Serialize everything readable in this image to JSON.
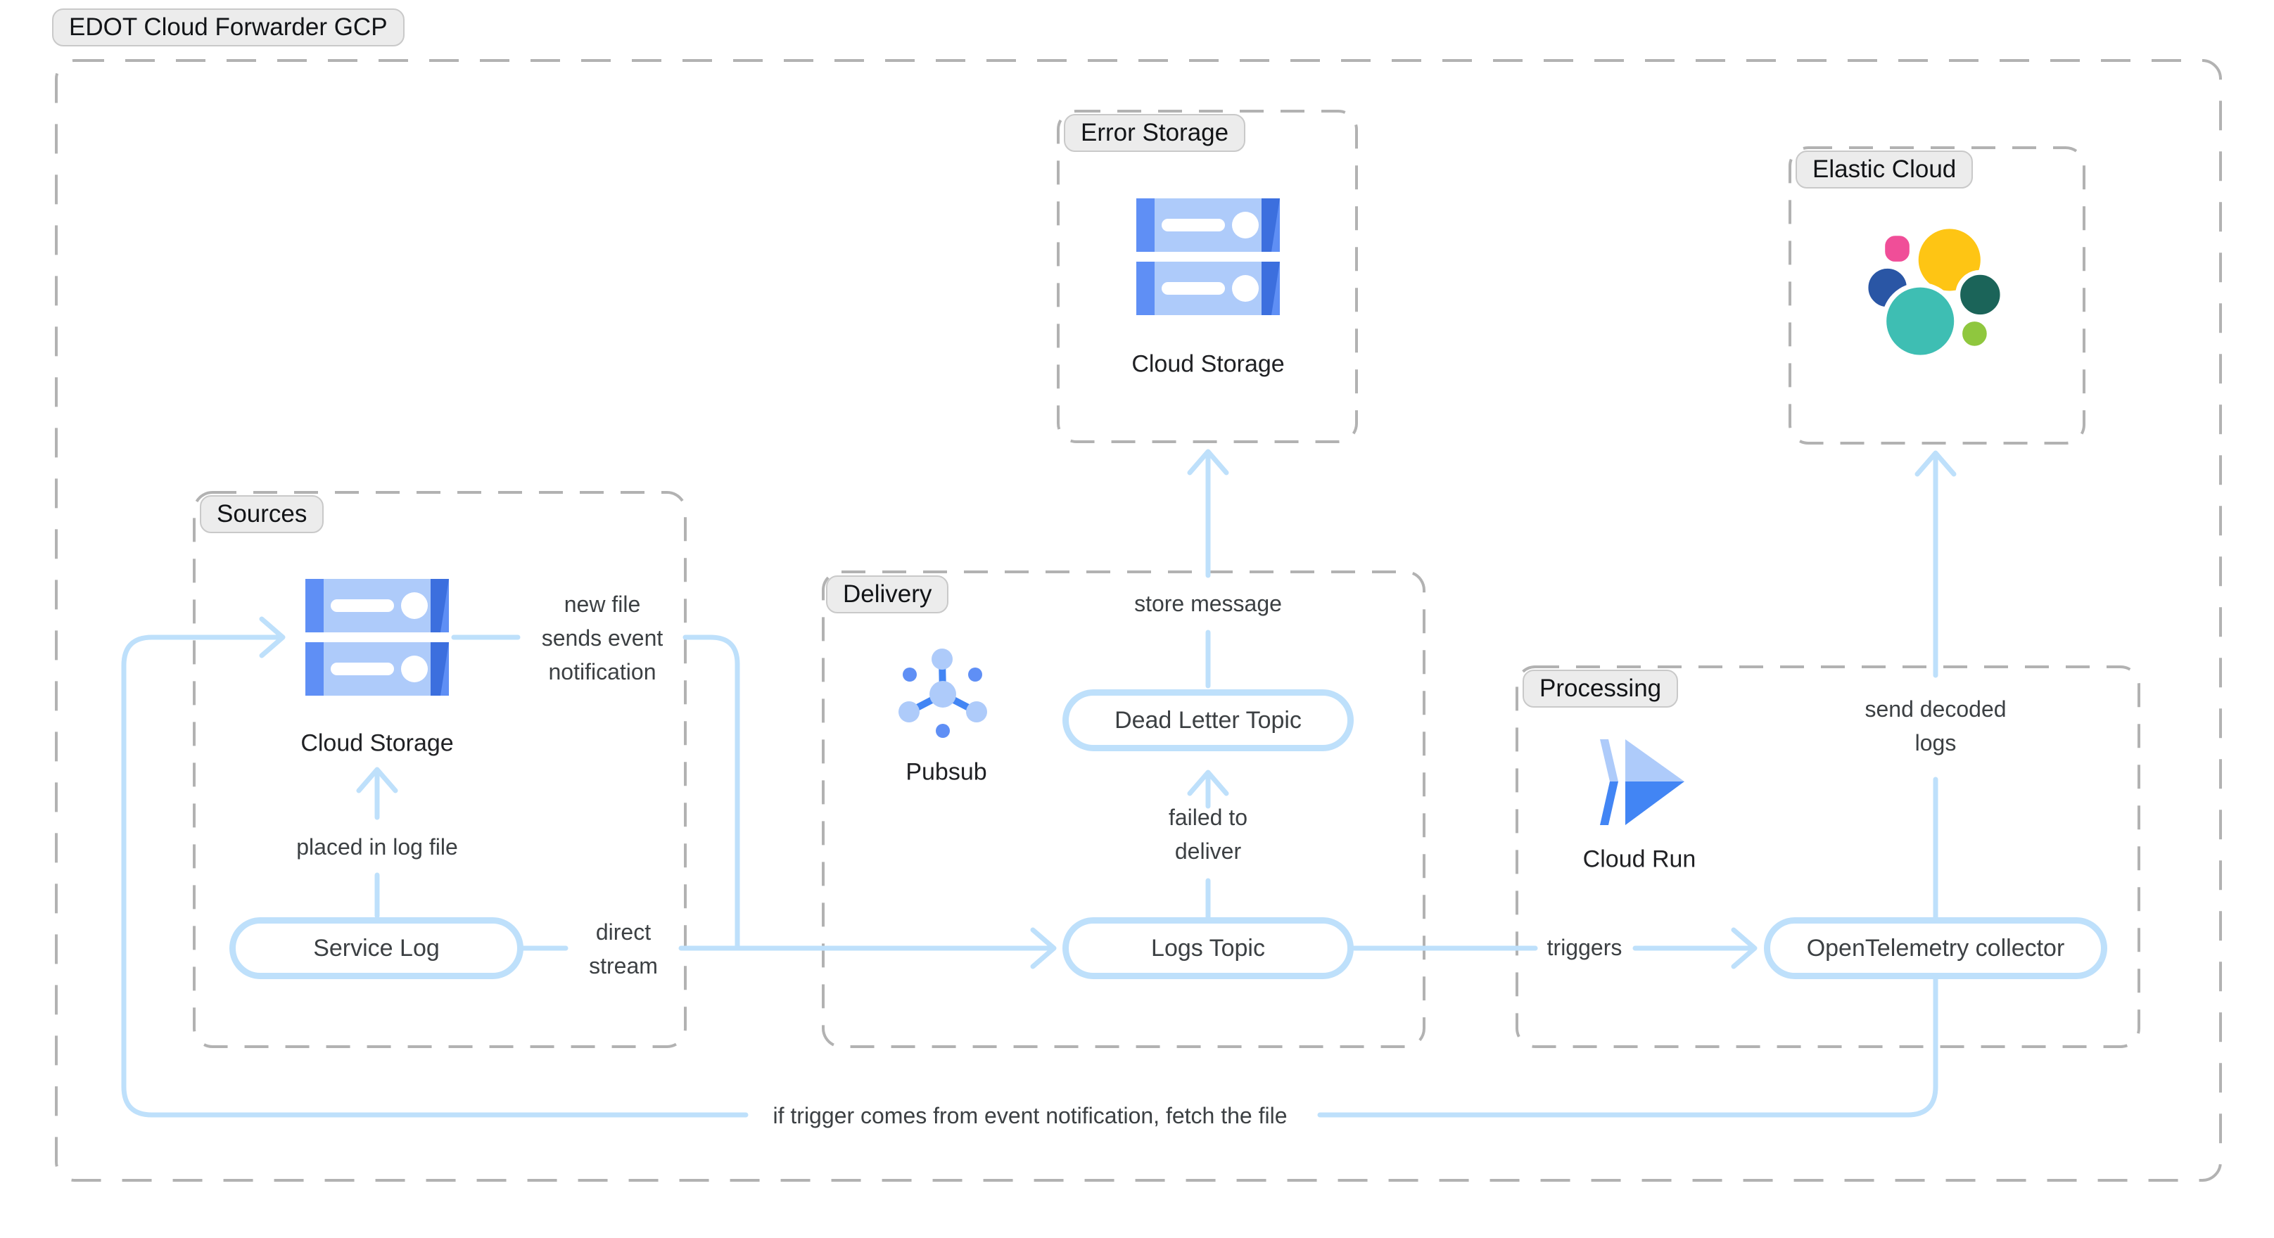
{
  "title": "EDOT Cloud Forwarder GCP",
  "groups": {
    "sources": "Sources",
    "delivery": "Delivery",
    "error_storage": "Error Storage",
    "elastic_cloud": "Elastic Cloud",
    "processing": "Processing"
  },
  "nodes": {
    "cloud_storage_sources": "Cloud Storage",
    "service_log": "Service Log",
    "pubsub": "Pubsub",
    "dead_letter_topic": "Dead Letter Topic",
    "logs_topic": "Logs Topic",
    "cloud_storage_error": "Cloud Storage",
    "cloud_run": "Cloud Run",
    "otel_collector": "OpenTelemetry collector"
  },
  "edges": {
    "new_file": "new file\nsends event\nnotification",
    "placed_in_log_file": "placed in log file",
    "direct_stream": "direct\nstream",
    "store_message": "store message",
    "failed_to_deliver": "failed to\ndeliver",
    "triggers": "triggers",
    "send_decoded_logs": "send decoded\nlogs",
    "fetch_file": "if trigger comes from event notification, fetch the file"
  },
  "icons": {
    "cloud_storage_sources": "gcp-cloud-storage-icon",
    "cloud_storage_error": "gcp-cloud-storage-icon",
    "pubsub": "gcp-pubsub-icon",
    "cloud_run": "gcp-cloud-run-icon",
    "elastic_cloud": "elastic-logo-icon"
  },
  "colors": {
    "edge_blue": "#BEE0FB",
    "dash_gray": "#B2B2B2",
    "label_bg": "#ECECEC",
    "label_border": "#C9C9C9",
    "text_dark": "#202124",
    "text_gray": "#3C4043",
    "gcp_light_blue": "#AECBFA",
    "gcp_mid_blue": "#5F8FF5",
    "gcp_dark_blue": "#3C6FDE",
    "gcp_blue": "#4285F4",
    "elastic_yellow": "#FEC514",
    "elastic_pink": "#F04E98",
    "elastic_navy": "#2A56A5",
    "elastic_teal": "#3EBEB3",
    "elastic_dark_green": "#1B6459",
    "elastic_light_green": "#8FC73E"
  }
}
